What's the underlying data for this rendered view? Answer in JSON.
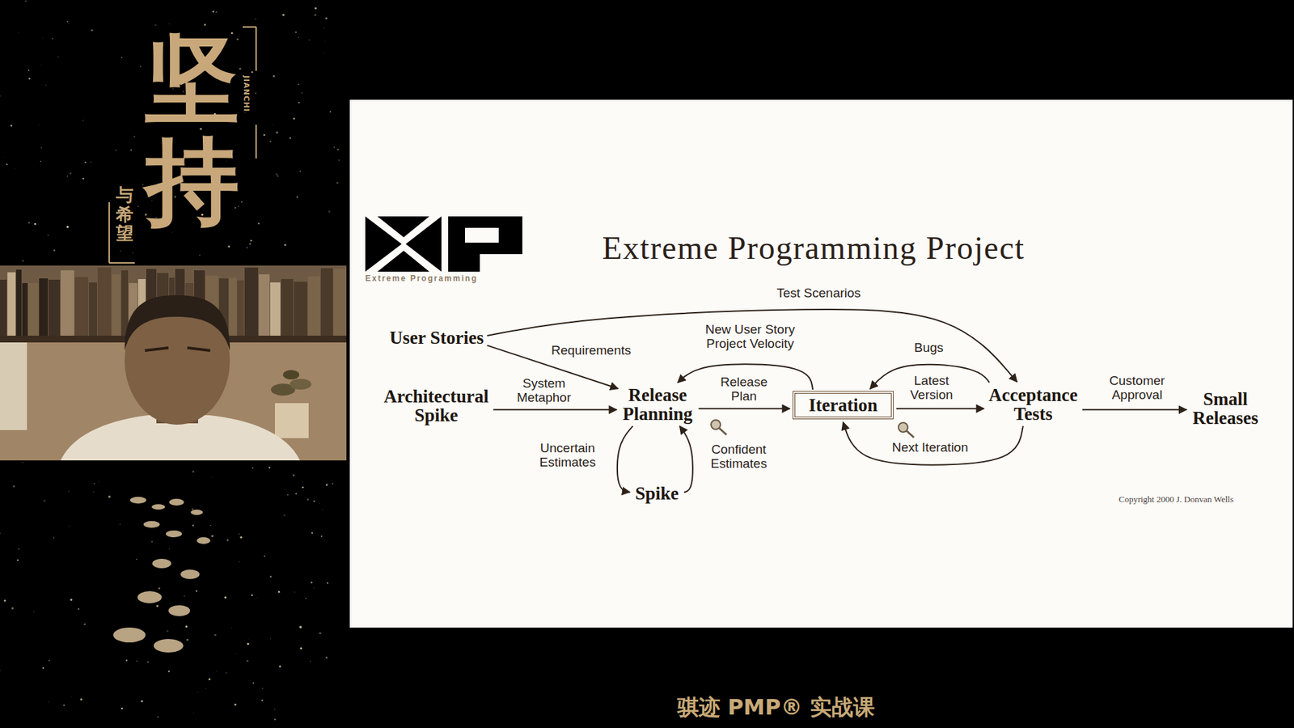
{
  "diagram": {
    "title": "Extreme Programming Project",
    "caption": "骐迹 PMP® 实战课",
    "nodes": [
      {
        "text": [
          "User Stories"
        ]
      },
      {
        "text": [
          "Architectural Spike"
        ]
      },
      {
        "text": [
          "Release Planning"
        ]
      },
      {
        "text": [
          "Iteration"
        ]
      },
      {
        "text": [
          "Acceptance Tests"
        ]
      },
      {
        "text": [
          "Small Releases"
        ]
      },
      {
        "text": [
          "Spike"
        ]
      }
    ],
    "edges": [
      {
        "from": 0,
        "to": 4,
        "label": "Test Scenarios",
        "arrow": "to"
      },
      {
        "from": 0,
        "to": 2,
        "label": "Requirements",
        "arrow": "to"
      },
      {
        "from": 1,
        "to": 2,
        "label": "System Metaphor",
        "arrow": "to"
      },
      {
        "from": 3,
        "to": 2,
        "label": "New User Story Project Velocity",
        "arrow": "to"
      },
      {
        "from": 2,
        "to": 3,
        "label": "Release Plan",
        "arrow": "to"
      },
      {
        "from": 4,
        "to": 3,
        "label": "Bugs",
        "arrow": "to"
      },
      {
        "from": 3,
        "to": 4,
        "label": "Latest Version",
        "arrow": "to"
      },
      {
        "from": 4,
        "to": 3,
        "label": "Next Iteration",
        "arrow": "to"
      },
      {
        "from": 4,
        "to": 5,
        "label": "Customer Approval",
        "arrow": "to"
      },
      {
        "from": 2,
        "to": 6,
        "label": "Uncertain Estimates",
        "arrow": "to"
      },
      {
        "from": 6,
        "to": 2,
        "label": "Confident Estimates",
        "arrow": "to"
      }
    ],
    "labels": [
      "坚持",
      "JIANCHI",
      "与希望",
      "Extreme Programming",
      "Copyright 2000 J. Donvan Wells"
    ]
  }
}
